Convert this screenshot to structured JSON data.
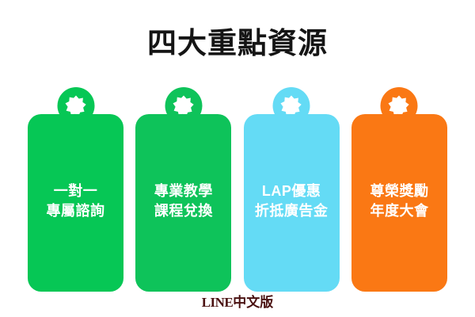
{
  "page": {
    "title": "四大重點資源",
    "background_color": "#ffffff",
    "title_color": "#151515"
  },
  "cards": [
    {
      "id": "one-on-one-consulting",
      "line1": "一對一",
      "line2": "專屬諮詢",
      "color": "#06c755",
      "icon": "star-badge-icon"
    },
    {
      "id": "professional-training",
      "line1": "專業教學",
      "line2": "課程兌換",
      "color": "#0ec35a",
      "icon": "star-badge-icon"
    },
    {
      "id": "lap-ad-credit",
      "line1": "LAP優惠",
      "line2": "折抵廣告金",
      "color": "#64dbf5",
      "icon": "star-badge-icon"
    },
    {
      "id": "annual-awards",
      "line1": "尊榮獎勵",
      "line2": "年度大會",
      "color": "#fa7814",
      "icon": "star-badge-icon"
    }
  ],
  "footer": {
    "brand_latin": "LINE",
    "brand_cjk": "中文版",
    "color": "#4a1111"
  }
}
